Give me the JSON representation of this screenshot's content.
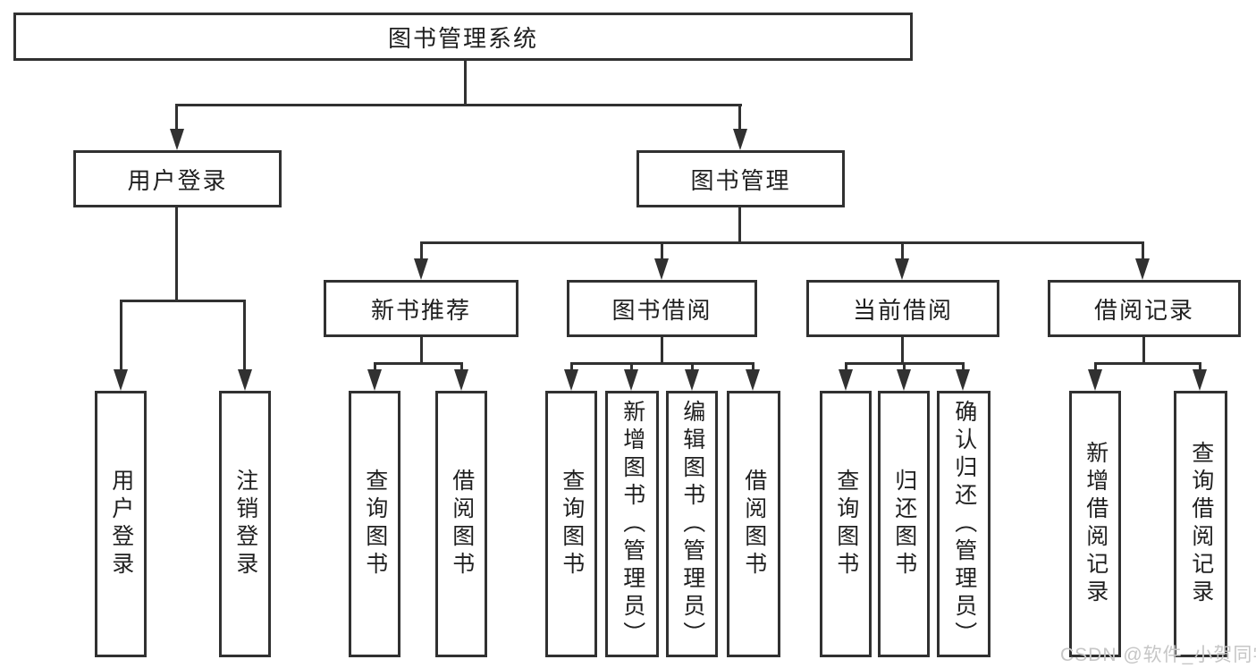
{
  "diagram": {
    "tree": {
      "label": "图书管理系统",
      "children": [
        {
          "label": "用户登录",
          "children": [
            {
              "label": "用户登录"
            },
            {
              "label": "注销登录"
            }
          ]
        },
        {
          "label": "图书管理",
          "children": [
            {
              "label": "新书推荐",
              "children": [
                {
                  "label": "查询图书"
                },
                {
                  "label": "借阅图书"
                }
              ]
            },
            {
              "label": "图书借阅",
              "children": [
                {
                  "label": "查询图书"
                },
                {
                  "label": "新增图书（管理员）"
                },
                {
                  "label": "编辑图书（管理员）"
                },
                {
                  "label": "借阅图书"
                }
              ]
            },
            {
              "label": "当前借阅",
              "children": [
                {
                  "label": "查询图书"
                },
                {
                  "label": "归还图书"
                },
                {
                  "label": "确认归还（管理员）"
                }
              ]
            },
            {
              "label": "借阅记录",
              "children": [
                {
                  "label": "新增借阅记录"
                },
                {
                  "label": "查询借阅记录"
                }
              ]
            }
          ]
        }
      ]
    }
  },
  "watermark": {
    "text": "CSDN @软件_小贺同学"
  },
  "colors": {
    "line": "#313131",
    "text": "#1f1f1f",
    "background": "#ffffff",
    "watermark": "#c6c6c6"
  }
}
